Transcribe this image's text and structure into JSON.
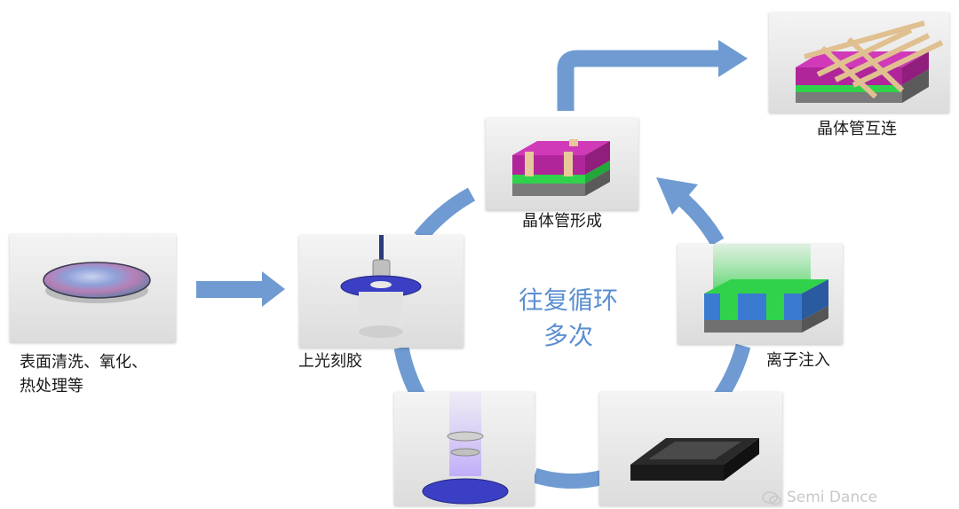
{
  "steps": {
    "clean": {
      "label_line1": "表面清洗、氧化、",
      "label_line2": "热处理等"
    },
    "photoresist": {
      "label": "上光刻胶"
    },
    "transistor_form": {
      "label": "晶体管形成"
    },
    "interconnect": {
      "label": "晶体管互连"
    },
    "ion_implant": {
      "label": "离子注入"
    }
  },
  "cycle": {
    "line1": "往复循环",
    "line2": "多次"
  },
  "watermark": {
    "text": "Semi Dance"
  },
  "colors": {
    "arrow": "#6f9bd2",
    "center_text": "#5b8fd0",
    "wafer_blue": "#3a3fc4",
    "magenta": "#b0269a",
    "green": "#2fd24a"
  }
}
